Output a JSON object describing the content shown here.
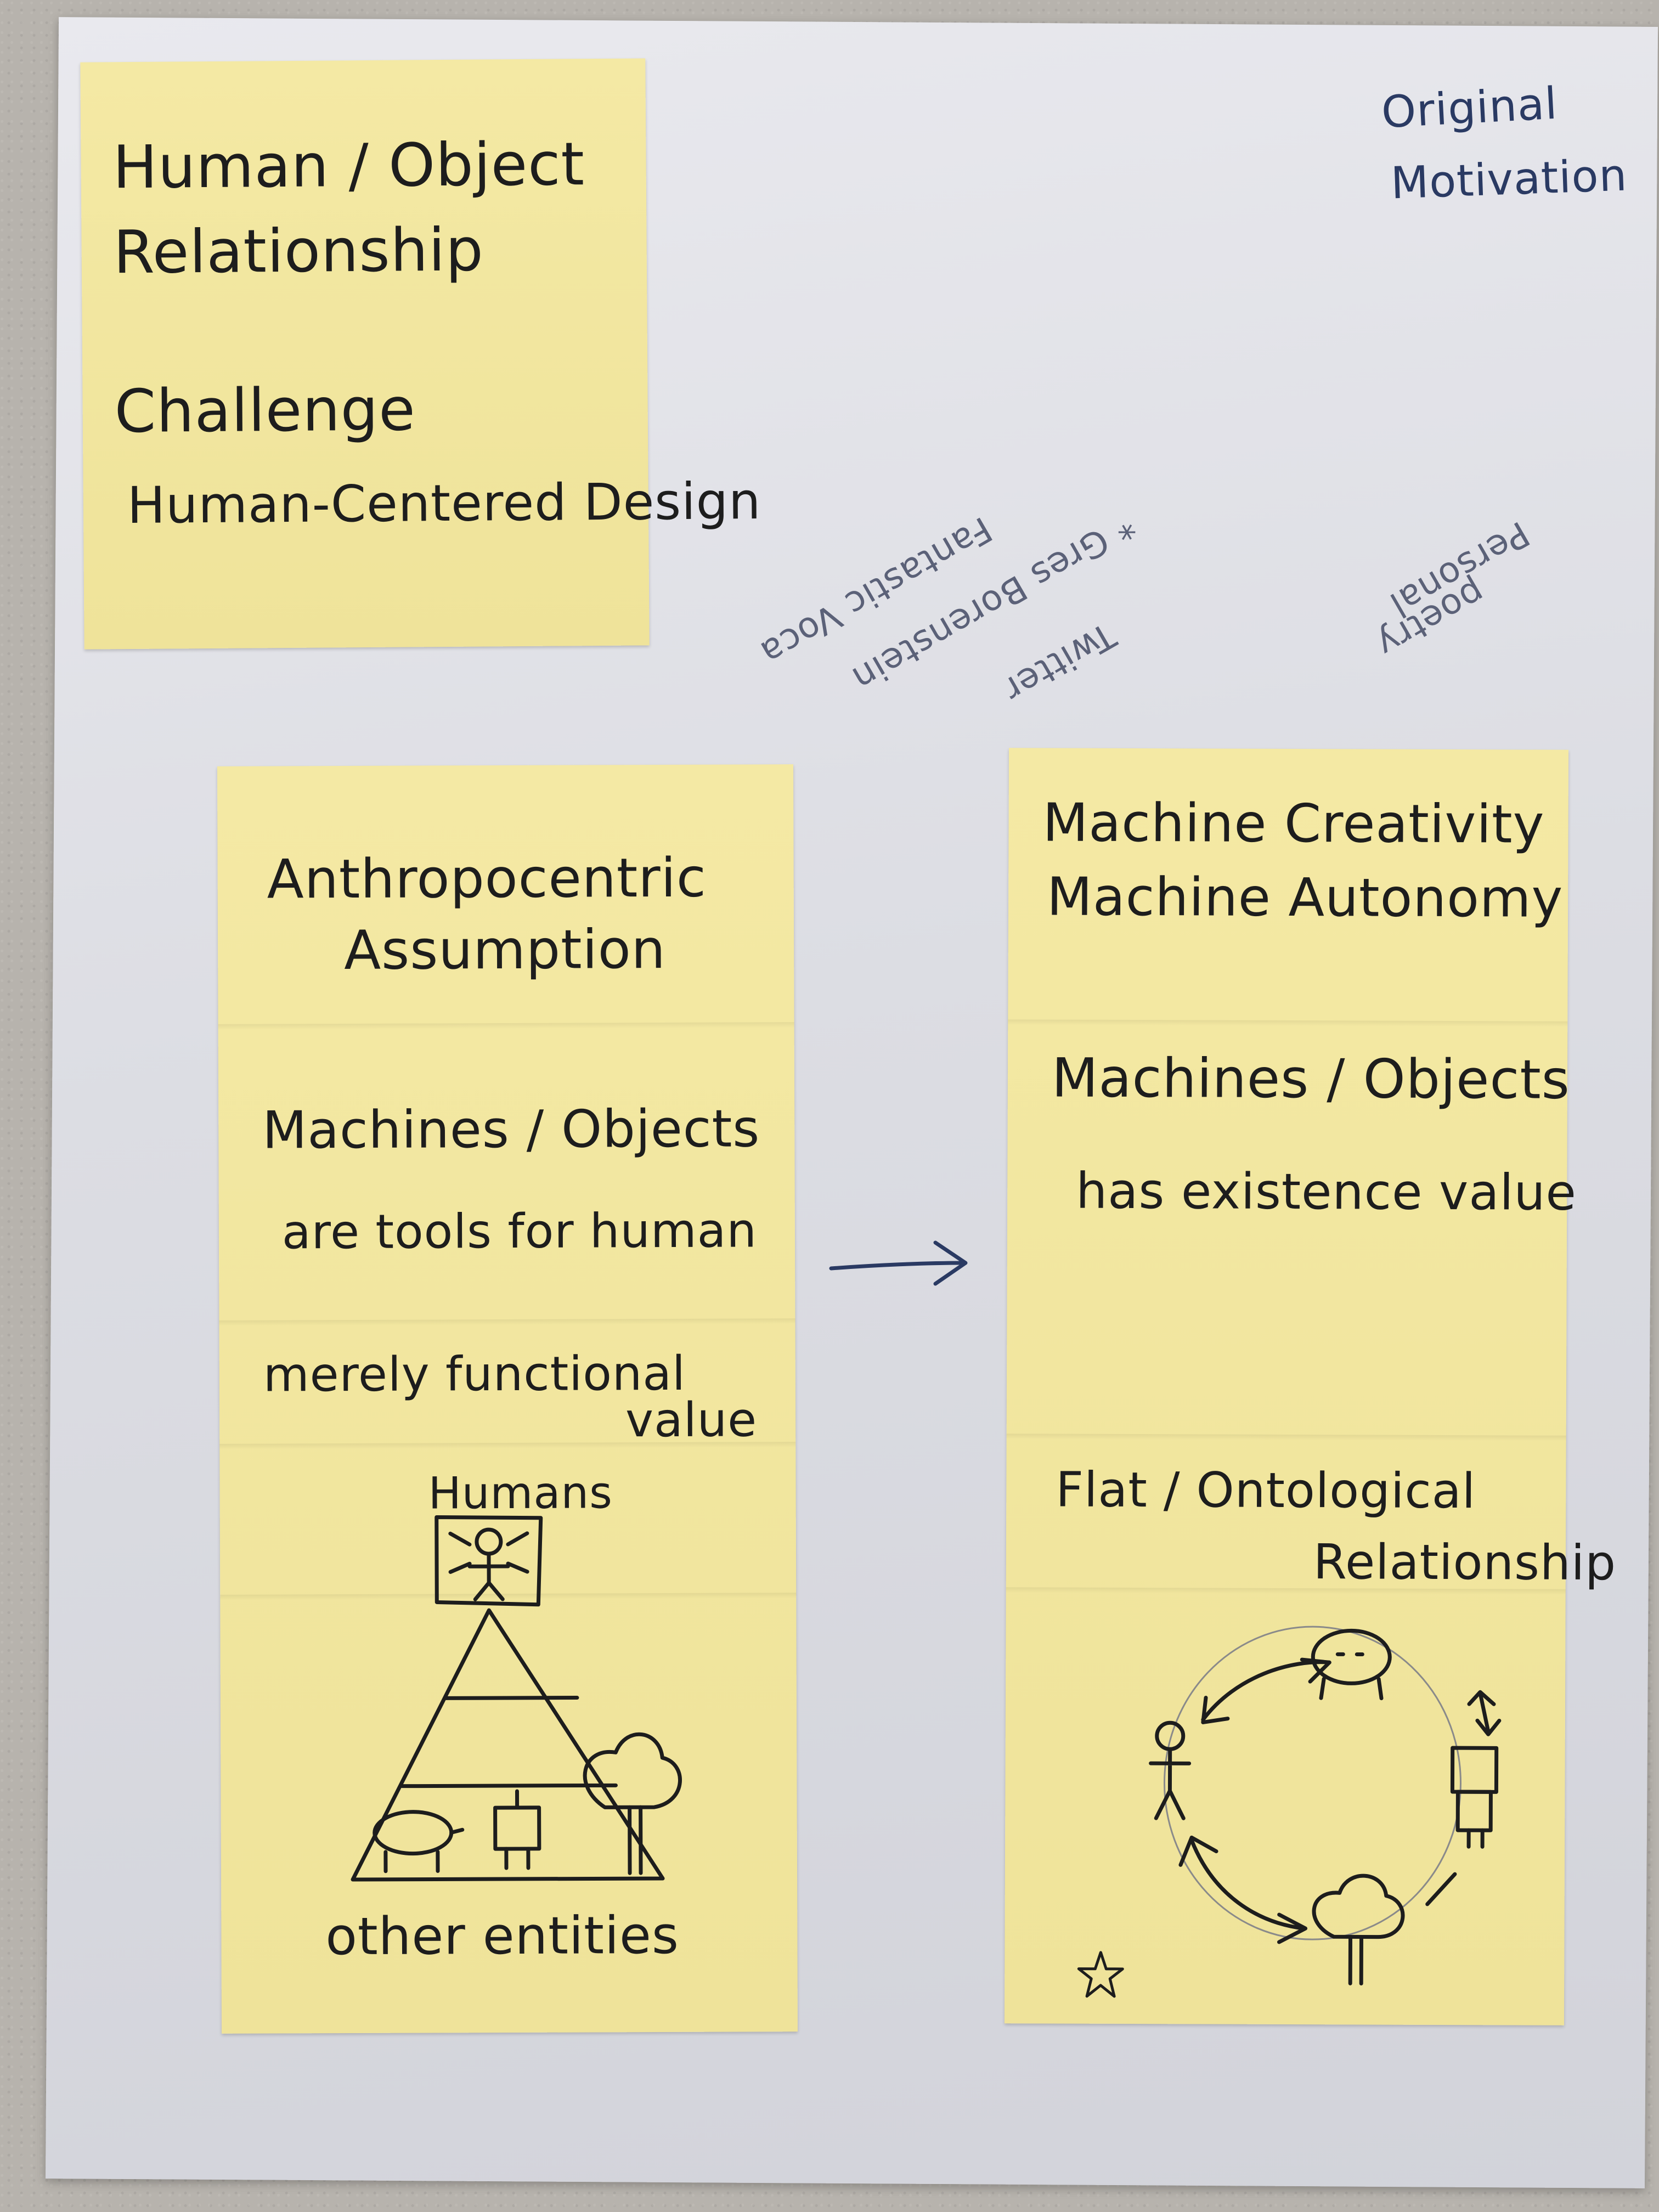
{
  "top_note": {
    "line1": "Human / Object",
    "line2": "Relationship",
    "line3": "Challenge",
    "line4": "Human-Centered Design"
  },
  "corner_label": {
    "line1": "Original",
    "line2": "Motivation"
  },
  "upside_down_notes": {
    "a": "Fantastic Voca",
    "b": "* Gres Borenstein",
    "c": "Twitter",
    "d": "Personal",
    "e": "poetry"
  },
  "left_column": {
    "title1": "Anthropocentric",
    "title2": "Assumption",
    "line1": "Machines / Objects",
    "line2": "are tools for human",
    "line3": "merely functional",
    "line4": "value",
    "top_label": "Humans",
    "bottom_label": "other entities"
  },
  "right_column": {
    "title1": "Machine Creativity",
    "title2": "Machine Autonomy",
    "line1": "Machines / Objects",
    "line2": "has existence value",
    "flat1": "Flat / Ontological",
    "flat2": "Relationship"
  },
  "colors": {
    "sticky_note": "#efe39a",
    "ink_black": "#1d1d1d",
    "ink_blue": "#2a3a63"
  }
}
